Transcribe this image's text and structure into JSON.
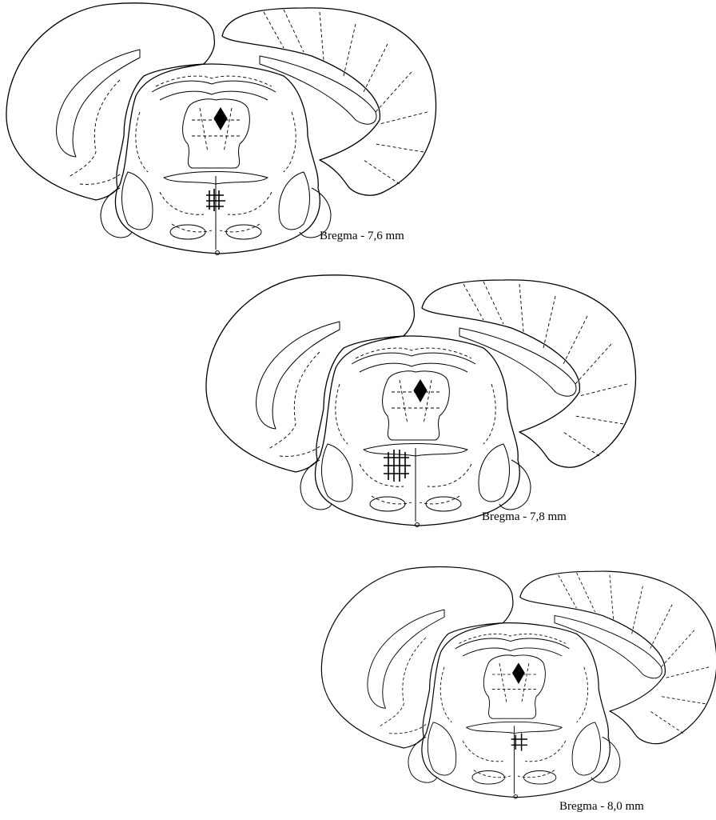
{
  "sections": [
    {
      "label": "Bregma - 7,6 mm"
    },
    {
      "label": "Bregma - 7,8 mm"
    },
    {
      "label": "Bregma - 8,0 mm"
    }
  ]
}
